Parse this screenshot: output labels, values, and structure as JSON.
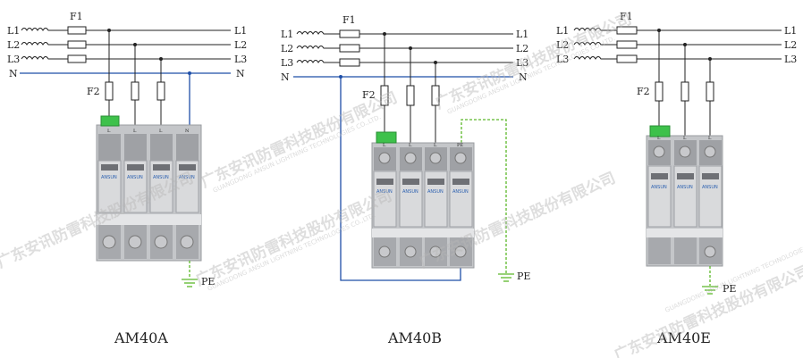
{
  "colors": {
    "phase_line": "#222222",
    "neutral_line": "#1f4fa8",
    "pe_line": "#5cb82a",
    "terminal_green": "#3ec14b",
    "module_grey": "#b9bbbe",
    "module_dark": "#8e9094"
  },
  "diagrams": [
    {
      "caption": "AM40A",
      "phase_labels_left": [
        "L1",
        "L2",
        "L3"
      ],
      "phase_labels_right": [
        "L1",
        "L2",
        "L3"
      ],
      "neutral_label_left": "N",
      "neutral_label_right": "N",
      "fuse_main_label": "F1",
      "fuse_branch_label": "F2",
      "pe_label": "PE",
      "module_top_labels": [
        "L",
        "L",
        "L",
        "N"
      ],
      "brand": "ANSUN"
    },
    {
      "caption": "AM40B",
      "phase_labels_left": [
        "L1",
        "L2",
        "L3"
      ],
      "phase_labels_right": [
        "L1",
        "L2",
        "L3"
      ],
      "neutral_label_left": "N",
      "neutral_label_right": "N",
      "fuse_main_label": "F1",
      "fuse_branch_label": "F2",
      "pe_label": "PE",
      "module_top_labels": [
        "L",
        "L",
        "L",
        "PE"
      ],
      "brand": "ANSUN"
    },
    {
      "caption": "AM40E",
      "phase_labels_left": [
        "L1",
        "L2",
        "L3"
      ],
      "phase_labels_right": [
        "L1",
        "L2",
        "L3"
      ],
      "fuse_main_label": "F1",
      "fuse_branch_label": "F2",
      "pe_label": "PE",
      "module_top_labels": [
        "L",
        "L",
        "L"
      ],
      "brand": "ANSUN"
    }
  ],
  "watermark": {
    "cn": "广东安讯防雷科技股份有限公司",
    "en": "GUANGDONG ANSUN LIGHTNING TECHNOLOGIES CO.,LTD."
  }
}
